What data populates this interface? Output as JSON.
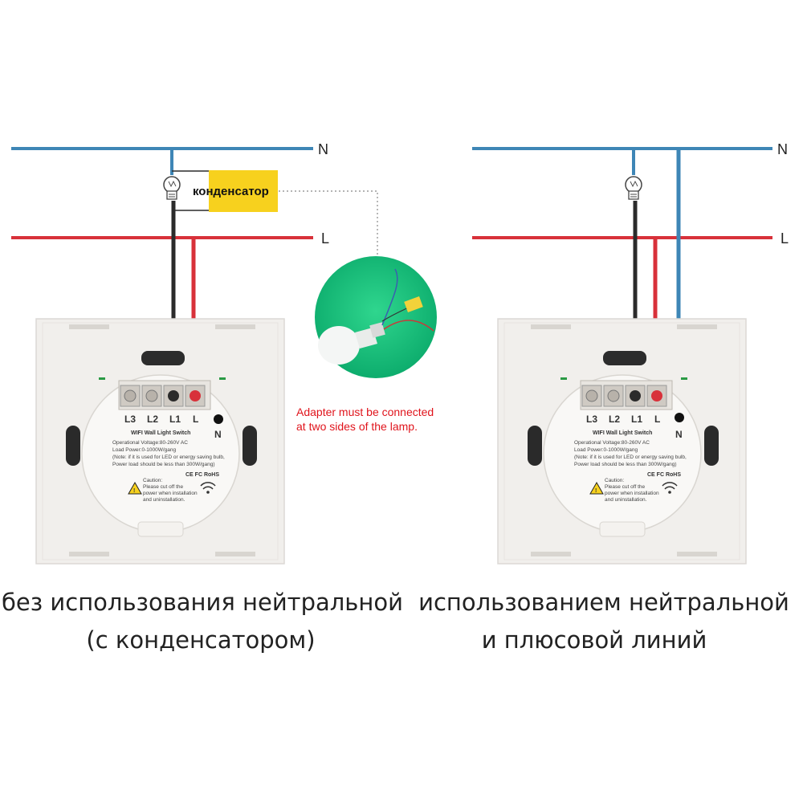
{
  "colors": {
    "neutral_wire": "#3e86b6",
    "live_wire": "#d8313a",
    "load_wire": "#2b2b2b",
    "capacitor_fill": "#f7d11e",
    "bulb_background": "#16c07a",
    "callout_text": "#e0141c"
  },
  "lines": {
    "neutral": "N",
    "live": "L"
  },
  "capacitor": {
    "label": "конденсатор"
  },
  "adapter": {
    "note_line1": "Adapter must be connected",
    "note_line2": "at two sides of the lamp."
  },
  "terminals": [
    "L3",
    "L2",
    "L1",
    "L"
  ],
  "neutral_terminal": "N",
  "switch_label": {
    "title": "WIFI Wall Light Switch",
    "voltage": "Operational Voltage:80-260V AC",
    "power": "Load Power:0-1000W/gang",
    "note1": "(Note: if it is used for LED or energy saving bulb,",
    "note2": "Power load should be less than 300W/gang)",
    "caution_title": "Caution:",
    "caution1": "Please cut off the",
    "caution2": "power when installation",
    "caution3": "and uninstallation.",
    "cert": "CE FC RoHS",
    "icons": [
      "warning-triangle-icon",
      "wifi-icon"
    ]
  },
  "captions": {
    "left_line1": "без использования нейтральной",
    "left_line2": "(с конденсатором)",
    "right_line1": "использованием нейтральной",
    "right_line2": "и плюсовой линий"
  }
}
